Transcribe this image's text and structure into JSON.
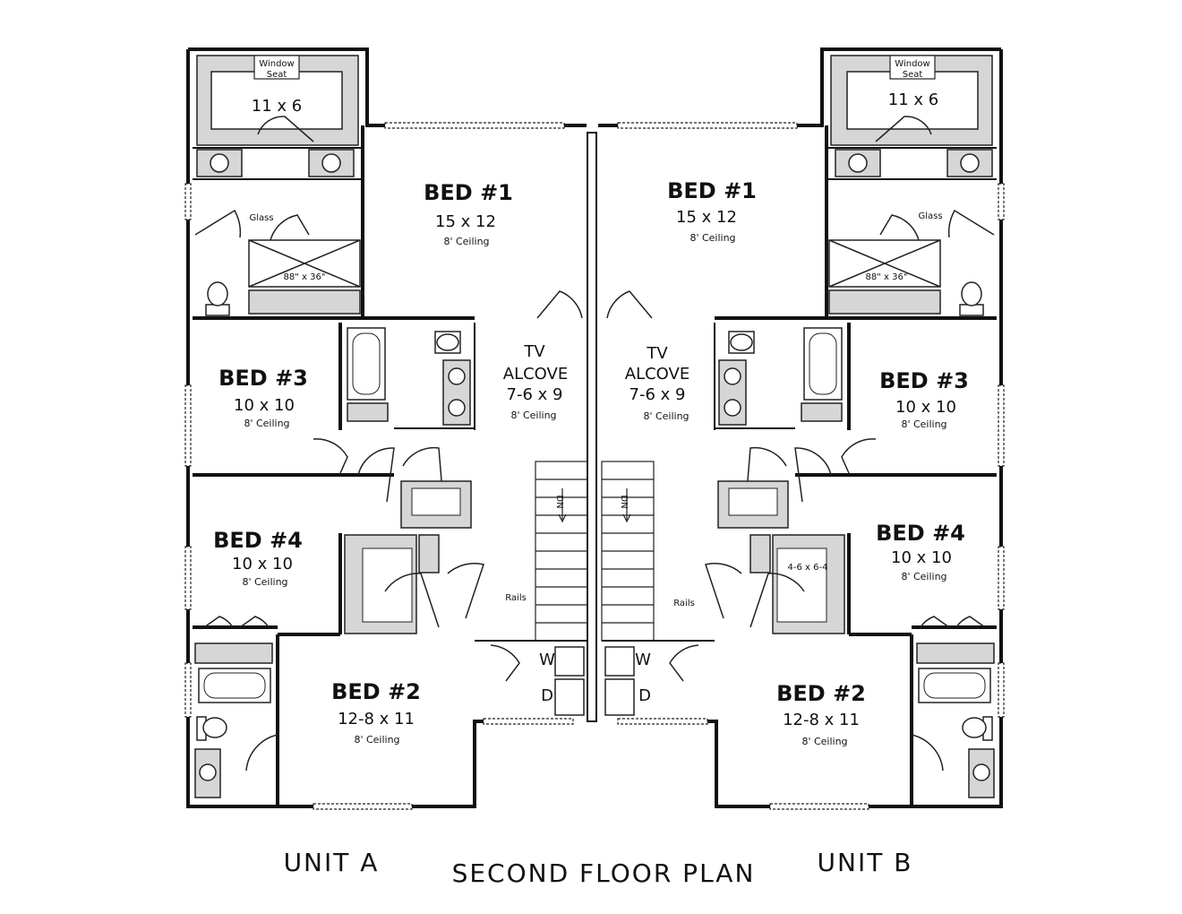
{
  "unitA": {
    "label": "UNIT A",
    "closet_room": {
      "dim": "11 x 6",
      "window_seat_1": "Window",
      "window_seat_2": "Seat"
    },
    "shower": {
      "glass": "Glass",
      "size": "88\" x 36\""
    },
    "bed1": {
      "name": "BED #1",
      "dim": "15 x 12",
      "ceiling": "8' Ceiling"
    },
    "bed3": {
      "name": "BED #3",
      "dim": "10 x 10",
      "ceiling": "8' Ceiling"
    },
    "bed4": {
      "name": "BED #4",
      "dim": "10 x 10",
      "ceiling": "8' Ceiling"
    },
    "bed2": {
      "name": "BED #2",
      "dim": "12-8 x 11",
      "ceiling": "8' Ceiling"
    },
    "tv": {
      "name1": "TV",
      "name2": "ALCOVE",
      "dim": "7-6 x 9",
      "ceiling": "8' Ceiling"
    },
    "rails": "Rails",
    "stair_dn": "DN",
    "washer": "W",
    "dryer": "D"
  },
  "unitB": {
    "label": "UNIT B",
    "closet_room": {
      "dim": "11 x 6",
      "window_seat_1": "Window",
      "window_seat_2": "Seat"
    },
    "shower": {
      "glass": "Glass",
      "size": "88\" x 36\""
    },
    "bed1": {
      "name": "BED #1",
      "dim": "15 x 12",
      "ceiling": "8' Ceiling"
    },
    "bed3": {
      "name": "BED #3",
      "dim": "10 x 10",
      "ceiling": "8' Ceiling"
    },
    "bed4": {
      "name": "BED #4",
      "dim": "10 x 10",
      "ceiling": "8' Ceiling"
    },
    "bed2": {
      "name": "BED #2",
      "dim": "12-8 x 11",
      "ceiling": "8' Ceiling"
    },
    "tv": {
      "name1": "TV",
      "name2": "ALCOVE",
      "dim": "7-6 x 9",
      "ceiling": "8' Ceiling"
    },
    "walkin": "4-6 x 6-4",
    "rails": "Rails",
    "stair_dn": "DN",
    "washer": "W",
    "dryer": "D"
  },
  "plan_title": "SECOND FLOOR PLAN"
}
